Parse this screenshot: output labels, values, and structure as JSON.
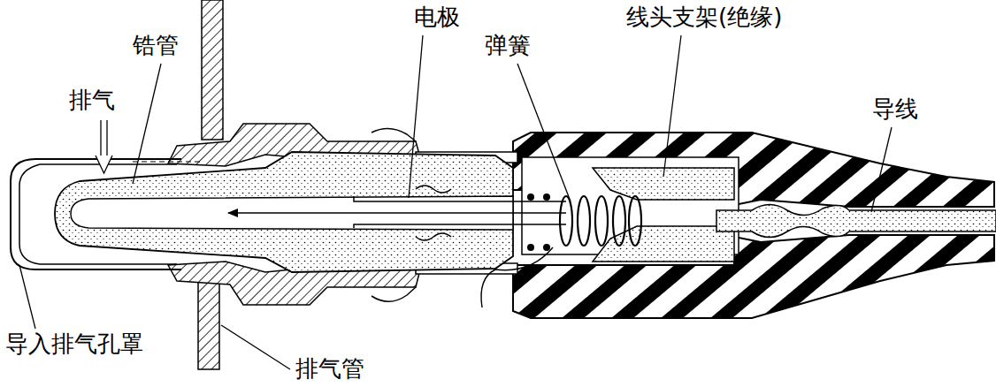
{
  "diagram": {
    "labels": [
      "锆管",
      "排气",
      "电极",
      "弹簧",
      "线头支架(绝缘)",
      "导线",
      "导入排气孔罩",
      "排气管"
    ]
  }
}
